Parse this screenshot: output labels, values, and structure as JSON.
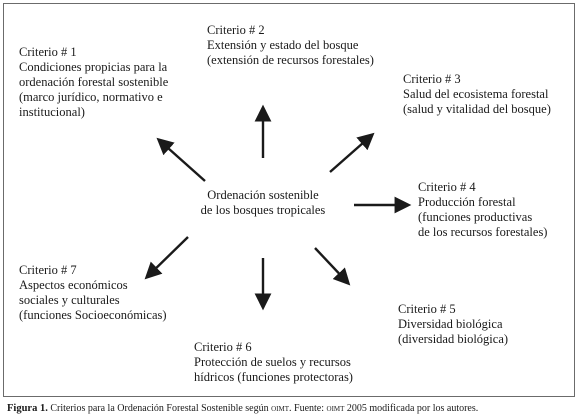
{
  "center": {
    "line1": "Ordenación sostenible",
    "line2": "de los bosques tropicales"
  },
  "criteria": [
    {
      "id": "c1",
      "lines": [
        "Criterio # 1",
        "Condiciones propicias para la",
        "ordenación forestal sostenible",
        "(marco jurídico, normativo e",
        "institucional)"
      ]
    },
    {
      "id": "c2",
      "lines": [
        "Criterio # 2",
        "Extensión y estado del bosque",
        "(extensión de recursos forestales)"
      ]
    },
    {
      "id": "c3",
      "lines": [
        "Criterio # 3",
        "Salud del ecosistema forestal",
        "(salud y vitalidad del bosque)"
      ]
    },
    {
      "id": "c4",
      "lines": [
        "Criterio # 4",
        "Producción forestal",
        "(funciones productivas",
        "de los recursos forestales)"
      ]
    },
    {
      "id": "c5",
      "lines": [
        "Criterio # 5",
        "Diversidad biológica",
        "(diversidad biológica)"
      ]
    },
    {
      "id": "c6",
      "lines": [
        "Criterio # 6",
        "Protección de suelos y recursos",
        "hídricos (funciones protectoras)"
      ]
    },
    {
      "id": "c7",
      "lines": [
        "Criterio # 7",
        "Aspectos económicos",
        "sociales y culturales",
        "(funciones Socioeconómicas)"
      ]
    }
  ],
  "caption": {
    "label": "Figura 1.",
    "text_a": " Criterios para la Ordenación Forestal Sostenible según ",
    "org1": "oimt",
    "text_b": ". Fuente: ",
    "org2": "oimt",
    "text_c": " 2005 modificada por los autores."
  },
  "colors": {
    "arrow": "#1a1a1a",
    "border": "#6b6b6b",
    "text": "#1a1a1a"
  }
}
